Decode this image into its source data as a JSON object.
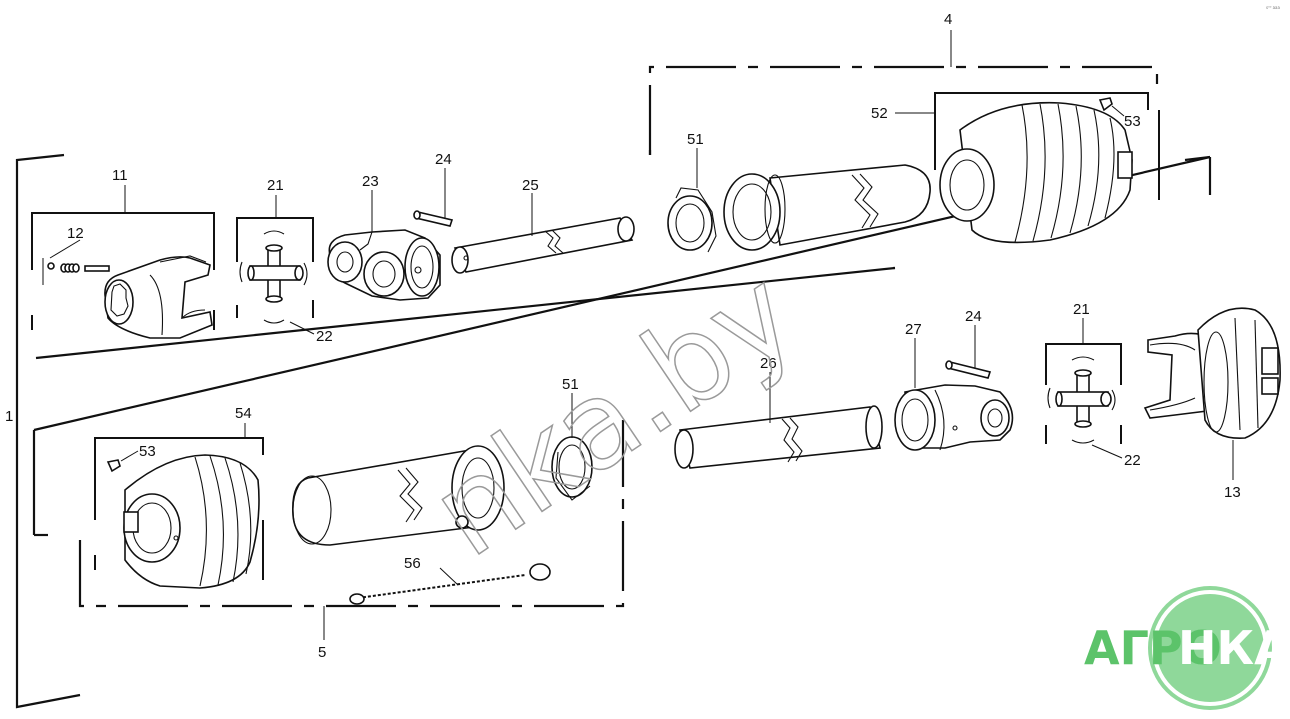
{
  "corner_mark": "s⁰⁰ aaa",
  "labels": {
    "assembly_1": "1",
    "assembly_4": "4",
    "assembly_5": "5",
    "yoke_11": "11",
    "spring_pin_set_12": "12",
    "yoke_13": "13",
    "cross_21_top": "21",
    "cross_21_bottom": "21",
    "circlip_22_top": "22",
    "circlip_22_bottom": "22",
    "inner_yoke_23": "23",
    "roll_pin_24_top": "24",
    "roll_pin_24_bottom": "24",
    "tube_25": "25",
    "tube_26": "26",
    "inner_yoke_27": "27",
    "bearing_ring_51_top": "51",
    "bearing_ring_51_bottom": "51",
    "guard_cone_52": "52",
    "screw_53_top": "53",
    "screw_53_bottom": "53",
    "guard_cone_54": "54",
    "chain_56": "56"
  },
  "watermark": "nka.by",
  "logo": {
    "left_text": "АГРО",
    "right_text": "НКА",
    "green": "#5cc36a",
    "light_green": "#8fd89a"
  }
}
